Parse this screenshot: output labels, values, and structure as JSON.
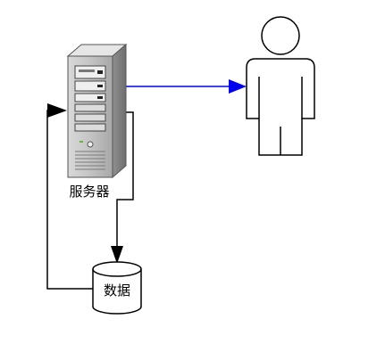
{
  "diagram": {
    "nodes": {
      "server": {
        "label": "服务器",
        "icon": "server-tower-icon"
      },
      "database": {
        "label": "数据",
        "icon": "database-cylinder-icon"
      },
      "user": {
        "icon": "person-icon"
      }
    },
    "edges": [
      {
        "from": "server",
        "to": "user",
        "color": "#0000ee"
      },
      {
        "from": "server",
        "to": "database",
        "color": "#000000"
      },
      {
        "from": "database",
        "to": "server",
        "color": "#000000"
      }
    ]
  }
}
